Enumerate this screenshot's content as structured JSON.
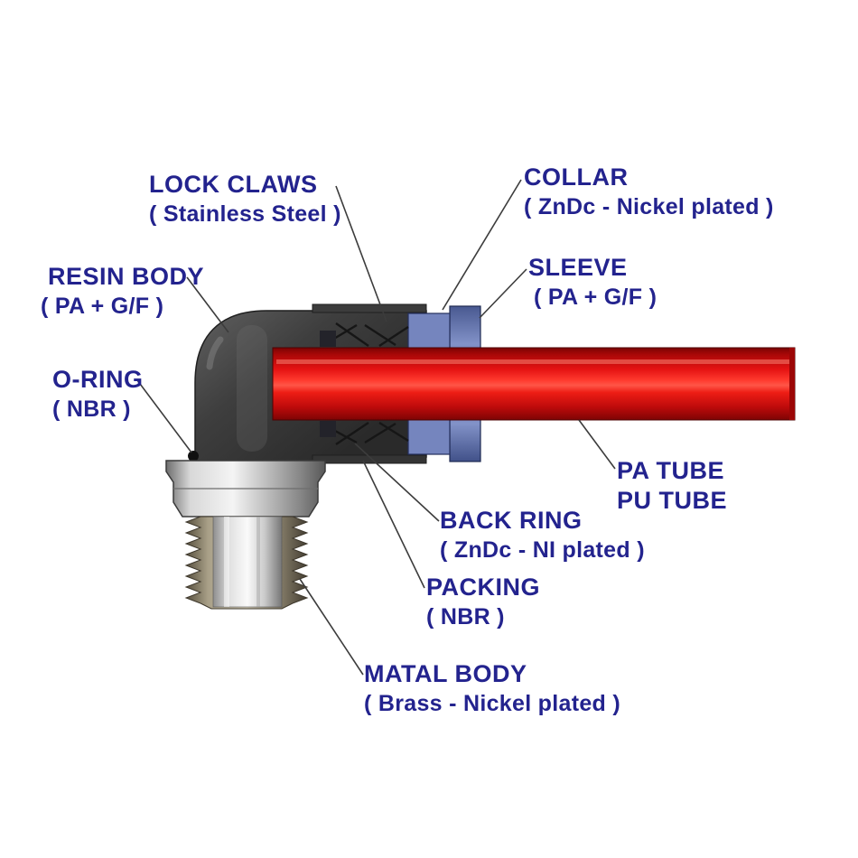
{
  "labels": {
    "lock_claws": {
      "name": "LOCK CLAWS",
      "material": "( Stainless Steel )"
    },
    "collar": {
      "name": "COLLAR",
      "material": "( ZnDc - Nickel plated )"
    },
    "sleeve": {
      "name": "SLEEVE",
      "material": "( PA + G/F )"
    },
    "resin_body": {
      "name": "RESIN BODY",
      "material": "( PA + G/F )"
    },
    "o_ring": {
      "name": "O-RING",
      "material": "( NBR )"
    },
    "tube": {
      "line1": "PA TUBE",
      "line2": "PU TUBE"
    },
    "back_ring": {
      "name": "BACK RING",
      "material": "( ZnDc - NI plated )"
    },
    "packing": {
      "name": "PACKING",
      "material": "( NBR )"
    },
    "metal_body": {
      "name": "MATAL BODY",
      "material": "( Brass - Nickel plated )"
    }
  },
  "colors": {
    "label_text": "#23238E",
    "tube_red": "#E51313",
    "body_gray": "#3E3E3E",
    "collar_blue": "#7585BE",
    "sleeve_blue": "#55659E",
    "metal_silver": "#D8D8D8",
    "thread_brass": "#A89F87",
    "leader_line": "#3C3C3C"
  }
}
